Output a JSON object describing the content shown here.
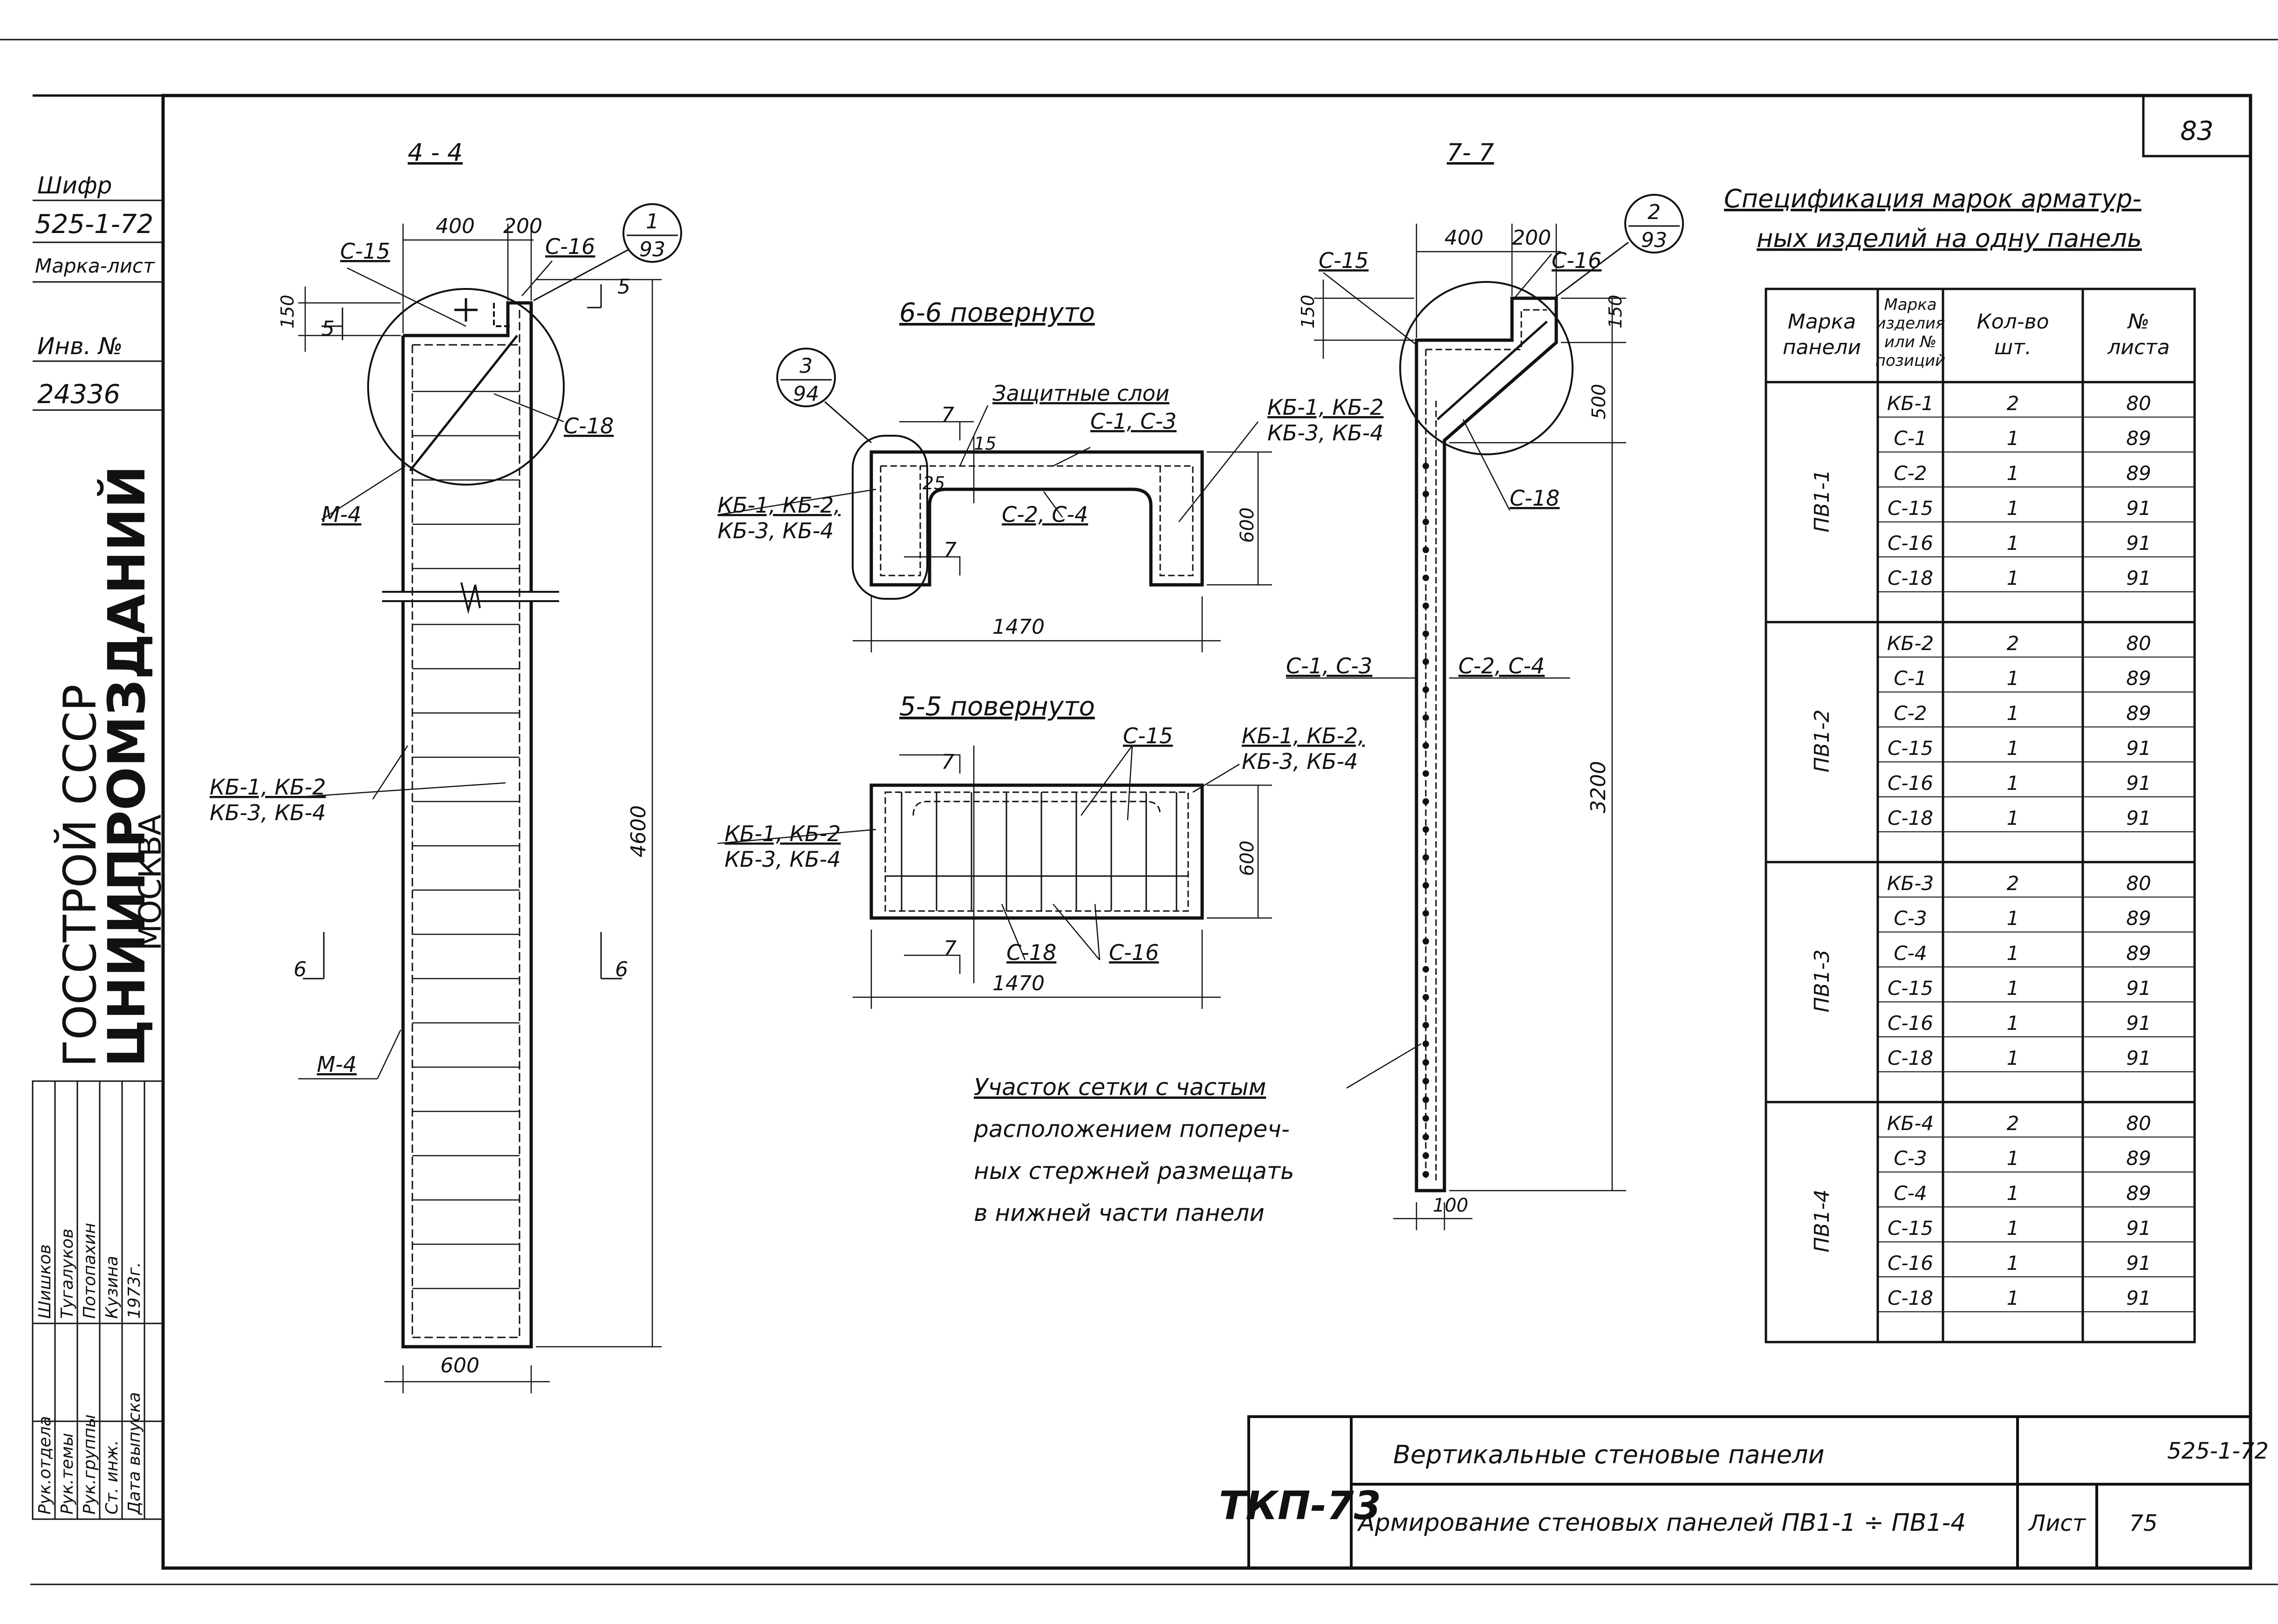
{
  "sheet_number": "83",
  "left_strip": {
    "cipher_label": "Шифр",
    "cipher_value": "525-1-72",
    "mark_sheet_label": "Марка-лист",
    "inv_label": "Инв. №",
    "inv_value": "24336",
    "org_line1": "ГОССТРОЙ СССР",
    "org_line2": "ЦНИИПРОМЗДАНИЙ",
    "org_line3": "МОСКВА",
    "signatures": [
      {
        "role": "Рук.отдела",
        "name": "Шишков"
      },
      {
        "role": "Рук.темы",
        "name": "Тугалуков"
      },
      {
        "role": "Рук.группы",
        "name": "Потопахин"
      },
      {
        "role": "Ст. инж.",
        "name": "Кузина"
      },
      {
        "role": "Дата выпуска",
        "name": "1973г."
      }
    ]
  },
  "section_4_4": {
    "title": "4 - 4",
    "dim_400": "400",
    "dim_200": "200",
    "dim_150": "150",
    "dim_4600": "4600",
    "dim_600": "600",
    "cut_5": "5",
    "cut_6": "6",
    "lbl_c15": "С-15",
    "lbl_c16": "С-16",
    "lbl_c18": "С-18",
    "lbl_m4_top": "М-4",
    "lbl_m4_bottom": "М-4",
    "lbl_kb_1": "КБ-1, КБ-2",
    "lbl_kb_2": "КБ-3, КБ-4",
    "callout_top": "1",
    "callout_bottom": "93"
  },
  "section_6_6": {
    "title": "6-6 повернуто",
    "callout_top": "3",
    "callout_bottom": "94",
    "lbl_protective": "Защитные слои",
    "lbl_c1c3": "С-1, С-3",
    "lbl_c2c4": "С-2, С-4",
    "lbl_kb_r1": "КБ-1, КБ-2",
    "lbl_kb_r2": "КБ-3, КБ-4",
    "lbl_kb_l1": "КБ-1, КБ-2,",
    "lbl_kb_l2": "КБ-3, КБ-4",
    "dim_15": "15",
    "dim_25": "25",
    "dim_600": "600",
    "dim_1470": "1470",
    "cut_7": "7"
  },
  "section_5_5": {
    "title": "5-5 повернуто",
    "lbl_c15": "С-15",
    "lbl_kb_r1": "КБ-1, КБ-2,",
    "lbl_kb_r2": "КБ-3, КБ-4",
    "lbl_kb_l1": "КБ-1, КБ-2",
    "lbl_kb_l2": "КБ-3, КБ-4",
    "lbl_c18": "С-18",
    "lbl_c16": "С-16",
    "dim_600": "600",
    "dim_1470": "1470",
    "cut_7": "7"
  },
  "section_7_7": {
    "title": "7- 7",
    "dim_400": "400",
    "dim_200": "200",
    "dim_150_l": "150",
    "dim_150_r": "150",
    "dim_500": "500",
    "dim_3200": "3200",
    "dim_100": "100",
    "lbl_c15": "С-15",
    "lbl_c16": "С-16",
    "lbl_c18": "С-18",
    "lbl_c1c3": "С-1, С-3",
    "lbl_c2c4": "С-2, С-4",
    "callout_top": "2",
    "callout_bottom": "93"
  },
  "note": [
    "Участок сетки с частым",
    "расположением попереч-",
    "ных стержней размещать",
    "в нижней части панели"
  ],
  "spec": {
    "title_line1": "Спецификация марок арматур-",
    "title_line2": "ных изделий на одну панель",
    "headers": [
      [
        "Марка",
        "панели"
      ],
      [
        "Марка",
        "изделия",
        "или №",
        "позиций"
      ],
      [
        "Кол-во",
        "шт."
      ],
      [
        "№",
        "листа"
      ]
    ],
    "groups": [
      {
        "panel": "ПВ1-1",
        "rows": [
          [
            "КБ-1",
            "2",
            "80"
          ],
          [
            "С-1",
            "1",
            "89"
          ],
          [
            "С-2",
            "1",
            "89"
          ],
          [
            "С-15",
            "1",
            "91"
          ],
          [
            "С-16",
            "1",
            "91"
          ],
          [
            "С-18",
            "1",
            "91"
          ]
        ]
      },
      {
        "panel": "ПВ1-2",
        "rows": [
          [
            "КБ-2",
            "2",
            "80"
          ],
          [
            "С-1",
            "1",
            "89"
          ],
          [
            "С-2",
            "1",
            "89"
          ],
          [
            "С-15",
            "1",
            "91"
          ],
          [
            "С-16",
            "1",
            "91"
          ],
          [
            "С-18",
            "1",
            "91"
          ]
        ]
      },
      {
        "panel": "ПВ1-3",
        "rows": [
          [
            "КБ-3",
            "2",
            "80"
          ],
          [
            "С-3",
            "1",
            "89"
          ],
          [
            "С-4",
            "1",
            "89"
          ],
          [
            "С-15",
            "1",
            "91"
          ],
          [
            "С-16",
            "1",
            "91"
          ],
          [
            "С-18",
            "1",
            "91"
          ]
        ]
      },
      {
        "panel": "ПВ1-4",
        "rows": [
          [
            "КБ-4",
            "2",
            "80"
          ],
          [
            "С-3",
            "1",
            "89"
          ],
          [
            "С-4",
            "1",
            "89"
          ],
          [
            "С-15",
            "1",
            "91"
          ],
          [
            "С-16",
            "1",
            "91"
          ],
          [
            "С-18",
            "1",
            "91"
          ]
        ]
      }
    ]
  },
  "title_block": {
    "stamp": "ТКП-73",
    "line1": "Вертикальные стеновые панели",
    "line2": "Армирование стеновых панелей ПВ1-1 ÷ ПВ1-4",
    "code": "525-1-72",
    "sheet_label": "Лист",
    "sheet_value": "75"
  }
}
